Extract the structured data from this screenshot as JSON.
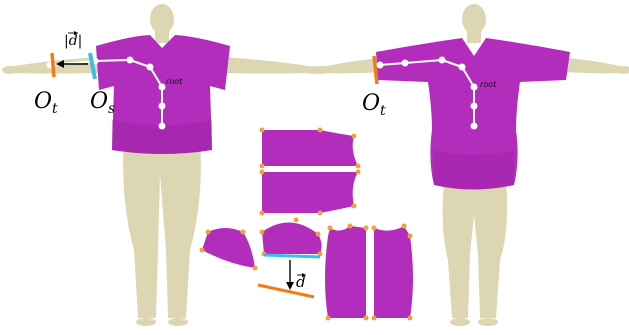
{
  "colors": {
    "body": "#ddd6b3",
    "body_shade": "#c9c09b",
    "garment": "#b32dbd",
    "garment_dark": "#8f1f99",
    "skeleton": "#ffffff",
    "orange": "#f07d12",
    "cyan": "#35c2e6",
    "corner": "#f2a03a"
  },
  "labels": {
    "abs_d": "|d|",
    "o_t_left": "O",
    "o_t_left_sub": "t",
    "o_s": "O",
    "o_s_sub": "s",
    "root_left": "root",
    "root_right": "root",
    "o_t_right": "O",
    "o_t_right_sub": "t",
    "d_vec": "d"
  },
  "icons": {
    "arrow_left": "arrow-left-icon",
    "arrow_down": "arrow-down-icon"
  }
}
